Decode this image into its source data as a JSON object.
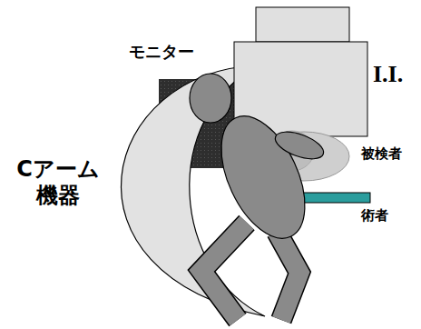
{
  "diagram": {
    "labels": [
      "モニター",
      "I.I.",
      "Cアーム 機器",
      "被検者",
      "術者"
    ]
  }
}
